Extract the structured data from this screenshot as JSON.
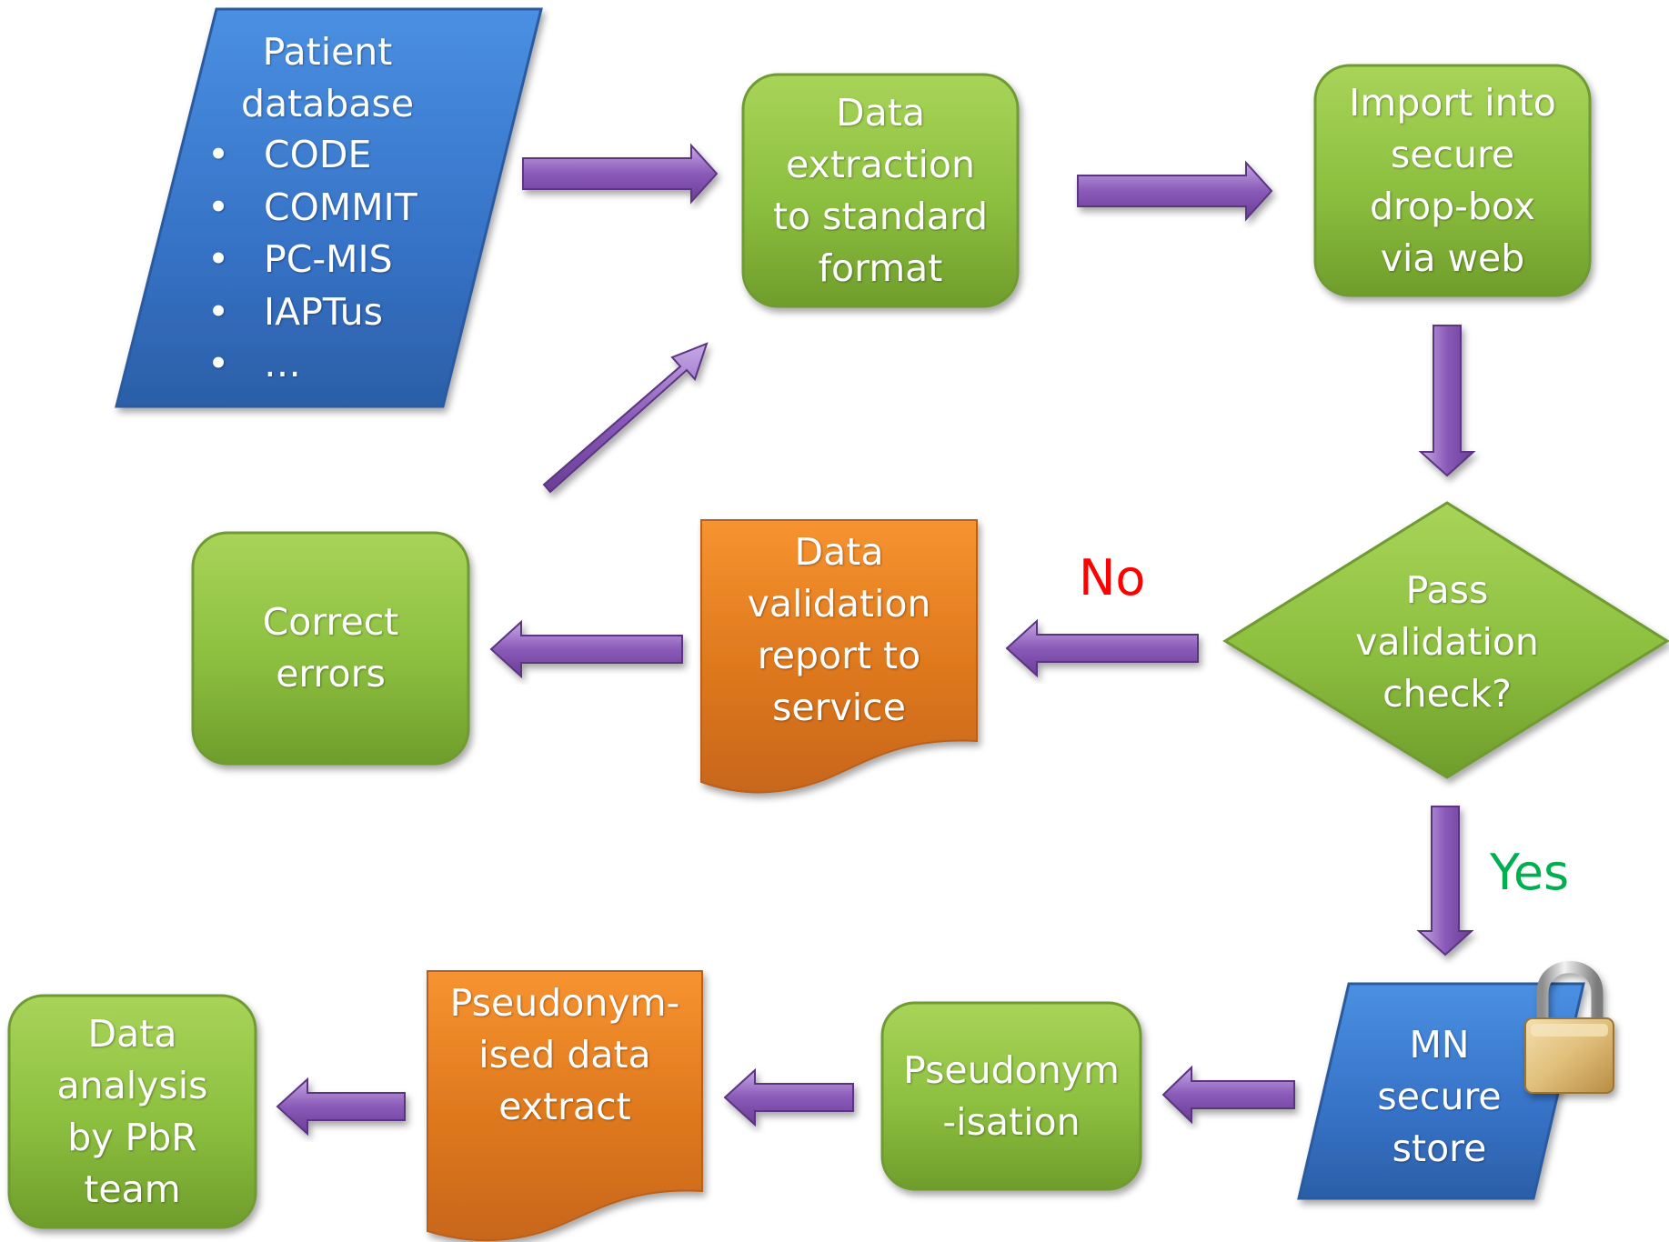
{
  "colors": {
    "process_green": "#8cbf3f",
    "data_blue": "#3b7dd8",
    "document_orange": "#e07a1f",
    "arrow_purple": "#8a5ab8",
    "no_red": "#ff0000",
    "yes_green": "#00b050"
  },
  "nodes": {
    "patient_database": {
      "title_lines": [
        "Patient",
        "database"
      ],
      "items": [
        "CODE",
        "COMMIT",
        "PC-MIS",
        "IAPTus",
        "…"
      ],
      "bullet": "•"
    },
    "data_extraction": {
      "lines": [
        "Data",
        "extraction",
        "to standard",
        "format"
      ]
    },
    "import_dropbox": {
      "lines": [
        "Import into",
        "secure",
        "drop-box",
        "via web"
      ]
    },
    "validation_check": {
      "lines": [
        "Pass",
        "validation",
        "check?"
      ]
    },
    "validation_report": {
      "lines": [
        "Data",
        "validation",
        "report to",
        "service"
      ]
    },
    "correct_errors": {
      "lines": [
        "Correct",
        "errors"
      ]
    },
    "secure_store": {
      "lines": [
        "MN",
        "secure",
        "store"
      ],
      "icon": "padlock-icon"
    },
    "pseudonymisation": {
      "lines": [
        "Pseudonym",
        "-isation"
      ]
    },
    "pseudonymised_extract": {
      "lines": [
        "Pseudonym-",
        "ised data",
        "extract"
      ]
    },
    "data_analysis": {
      "lines": [
        "Data",
        "analysis",
        "by PbR",
        "team"
      ]
    }
  },
  "branches": {
    "no_label": "No",
    "yes_label": "Yes"
  }
}
